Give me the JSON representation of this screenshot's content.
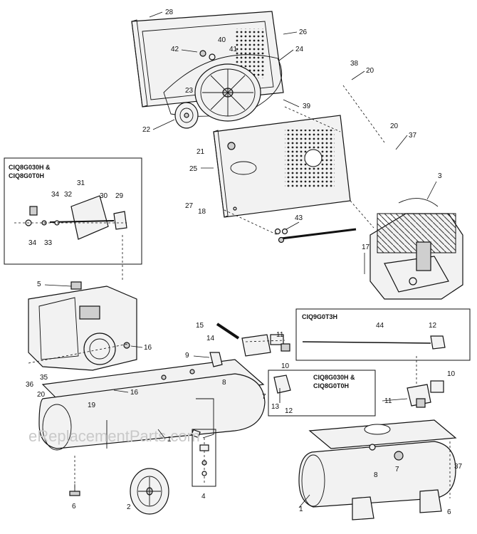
{
  "watermark": "eReplacementParts.com",
  "boxes": [
    {
      "id": "ciq8-top",
      "lines": [
        "CIQ8G030H &",
        "CIQ8G0T0H"
      ]
    },
    {
      "id": "ciq9",
      "lines": [
        "CIQ9G0T3H"
      ]
    },
    {
      "id": "ciq8-mid",
      "lines": [
        "CIQ8G030H &",
        "CIQ8G0T0H"
      ]
    }
  ],
  "callouts": [
    "28",
    "26",
    "40",
    "42",
    "41",
    "24",
    "23",
    "39",
    "22",
    "38",
    "20",
    "20",
    "37",
    "21",
    "25",
    "27",
    "18",
    "3",
    "43",
    "31",
    "34",
    "32",
    "30",
    "29",
    "34",
    "33",
    "17",
    "5",
    "16",
    "15",
    "14",
    "11",
    "44",
    "12",
    "36",
    "35",
    "9",
    "10",
    "16",
    "20",
    "19",
    "8",
    "7",
    "13",
    "12",
    "10",
    "11",
    "1",
    "6",
    "2",
    "4",
    "8",
    "7",
    "1",
    "6",
    "37"
  ]
}
